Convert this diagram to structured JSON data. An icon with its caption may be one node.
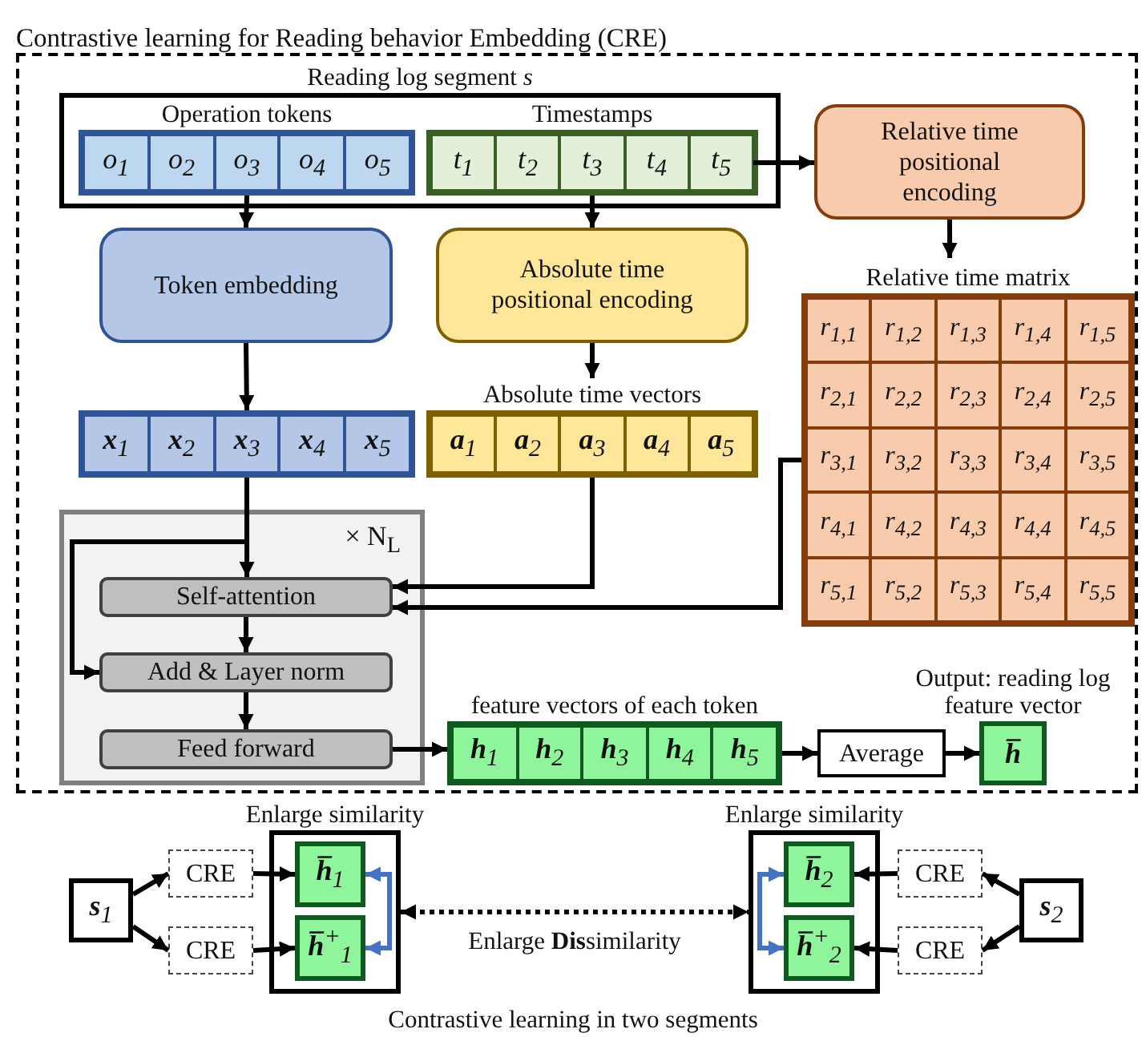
{
  "diagram": {
    "caption": "Contrastive learning in two segments",
    "nodes": [
      {
        "text": [
          "Contrastive learning for Reading behavior Embedding (CRE)"
        ]
      },
      {
        "text": [
          "Reading log segment *s*"
        ],
        "in": 0
      },
      {
        "text": [
          "Operation tokens"
        ],
        "in": 1
      },
      {
        "text": [
          "o$_{1}$"
        ],
        "in": 2
      },
      {
        "text": [
          "o$_{2}$"
        ],
        "in": 2
      },
      {
        "text": [
          "o$_{3}$"
        ],
        "in": 2
      },
      {
        "text": [
          "o$_{4}$"
        ],
        "in": 2
      },
      {
        "text": [
          "o$_{5}$"
        ],
        "in": 2
      },
      {
        "text": [
          "Timestamps"
        ],
        "in": 1
      },
      {
        "text": [
          "t$_{1}$"
        ],
        "in": 8
      },
      {
        "text": [
          "t$_{2}$"
        ],
        "in": 8
      },
      {
        "text": [
          "t$_{3}$"
        ],
        "in": 8
      },
      {
        "text": [
          "t$_{4}$"
        ],
        "in": 8
      },
      {
        "text": [
          "t$_{5}$"
        ],
        "in": 8
      },
      {
        "text": [
          "Relative time positional encoding"
        ],
        "in": 0
      },
      {
        "text": [
          "Token embedding"
        ],
        "in": 0
      },
      {
        "text": [
          "Absolute time positional encoding"
        ],
        "in": 0
      },
      {
        "text": [
          "Absolute time vectors"
        ],
        "in": 0
      },
      {
        "text": [
          "**a**$_{1}$"
        ],
        "in": 17
      },
      {
        "text": [
          "**a**$_{2}$"
        ],
        "in": 17
      },
      {
        "text": [
          "**a**$_{3}$"
        ],
        "in": 17
      },
      {
        "text": [
          "**a**$_{4}$"
        ],
        "in": 17
      },
      {
        "text": [
          "**a**$_{5}$"
        ],
        "in": 17
      },
      {
        "text": [],
        "shape": "box",
        "in": 0
      },
      {
        "text": [
          "**x**$_{1}$"
        ],
        "in": 23
      },
      {
        "text": [
          "**x**$_{2}$"
        ],
        "in": 23
      },
      {
        "text": [
          "**x**$_{3}$"
        ],
        "in": 23
      },
      {
        "text": [
          "**x**$_{4}$"
        ],
        "in": 23
      },
      {
        "text": [
          "**x**$_{5}$"
        ],
        "in": 23
      },
      {
        "text": [
          "Relative time matrix"
        ],
        "in": 0
      },
      {
        "text": [
          "r$_{1,1}$"
        ],
        "in": 29
      },
      {
        "text": [
          "r$_{1,2}$"
        ],
        "in": 29
      },
      {
        "text": [
          "r$_{1,3}$"
        ],
        "in": 29
      },
      {
        "text": [
          "r$_{1,4}$"
        ],
        "in": 29
      },
      {
        "text": [
          "r$_{1,5}$"
        ],
        "in": 29
      },
      {
        "text": [
          "r$_{2,1}$"
        ],
        "in": 29
      },
      {
        "text": [
          "r$_{2,2}$"
        ],
        "in": 29
      },
      {
        "text": [
          "r$_{2,3}$"
        ],
        "in": 29
      },
      {
        "text": [
          "r$_{2,4}$"
        ],
        "in": 29
      },
      {
        "text": [
          "r$_{2,5}$"
        ],
        "in": 29
      },
      {
        "text": [
          "r$_{3,1}$"
        ],
        "in": 29
      },
      {
        "text": [
          "r$_{3,2}$"
        ],
        "in": 29
      },
      {
        "text": [
          "r$_{3,3}$"
        ],
        "in": 29
      },
      {
        "text": [
          "r$_{3,4}$"
        ],
        "in": 29
      },
      {
        "text": [
          "r$_{3,5}$"
        ],
        "in": 29
      },
      {
        "text": [
          "r$_{4,1}$"
        ],
        "in": 29
      },
      {
        "text": [
          "r$_{4,2}$"
        ],
        "in": 29
      },
      {
        "text": [
          "r$_{4,3}$"
        ],
        "in": 29
      },
      {
        "text": [
          "r$_{4,4}$"
        ],
        "in": 29
      },
      {
        "text": [
          "r$_{4,5}$"
        ],
        "in": 29
      },
      {
        "text": [
          "r$_{5,1}$"
        ],
        "in": 29
      },
      {
        "text": [
          "r$_{5,2}$"
        ],
        "in": 29
      },
      {
        "text": [
          "r$_{5,3}$"
        ],
        "in": 29
      },
      {
        "text": [
          "r$_{5,4}$"
        ],
        "in": 29
      },
      {
        "text": [
          "r$_{5,5}$"
        ],
        "in": 29
      },
      {
        "text": [
          "× N$_{L}$"
        ],
        "in": 0
      },
      {
        "text": [
          "Self-attention"
        ],
        "in": 55
      },
      {
        "text": [
          "Add & Layer norm"
        ],
        "in": 55
      },
      {
        "text": [
          "Feed forward"
        ],
        "in": 55
      },
      {
        "text": [
          "feature vectors of each token"
        ],
        "in": 0
      },
      {
        "text": [
          "**h**$_{1}$"
        ],
        "in": 59
      },
      {
        "text": [
          "**h**$_{2}$"
        ],
        "in": 59
      },
      {
        "text": [
          "**h**$_{3}$"
        ],
        "in": 59
      },
      {
        "text": [
          "**h**$_{4}$"
        ],
        "in": 59
      },
      {
        "text": [
          "**h**$_{5}$"
        ],
        "in": 59
      },
      {
        "text": [
          "Average"
        ],
        "in": 0
      },
      {
        "text": [
          "Output: reading log feature vector",
          "**h̅**"
        ],
        "in": 0
      },
      {
        "text": [
          "**s**$_{1}$"
        ]
      },
      {
        "text": [
          "CRE"
        ]
      },
      {
        "text": [
          "CRE"
        ]
      },
      {
        "text": [
          "Enlarge similarity"
        ]
      },
      {
        "text": [
          "**h̅**$_{1}$"
        ],
        "in": 70
      },
      {
        "text": [
          "**h̅**$^{+}$$_{1}$"
        ],
        "in": 70
      },
      {
        "text": [
          "Enlarge similarity"
        ]
      },
      {
        "text": [
          "**h̅**$_{2}$"
        ],
        "in": 73
      },
      {
        "text": [
          "**h̅**$^{+}$$_{2}$"
        ],
        "in": 73
      },
      {
        "text": [
          "CRE"
        ]
      },
      {
        "text": [
          "CRE"
        ]
      },
      {
        "text": [
          "**s**$_{2}$"
        ]
      }
    ],
    "edges": [
      {
        "from": 2,
        "to": 15,
        "arrow": "to"
      },
      {
        "from": 8,
        "to": 16,
        "arrow": "to"
      },
      {
        "from": 13,
        "to": 14,
        "arrow": "to"
      },
      {
        "from": 14,
        "to": 29,
        "arrow": "to"
      },
      {
        "from": 15,
        "to": 23,
        "arrow": "to"
      },
      {
        "from": 16,
        "to": 17,
        "arrow": "to"
      },
      {
        "from": 23,
        "to": 56,
        "arrow": "to"
      },
      {
        "from": 23,
        "to": 57,
        "arrow": "to"
      },
      {
        "from": 17,
        "to": 56,
        "arrow": "to"
      },
      {
        "from": 29,
        "to": 56,
        "arrow": "to"
      },
      {
        "from": 56,
        "to": 57,
        "arrow": "to"
      },
      {
        "from": 57,
        "to": 58,
        "arrow": "to"
      },
      {
        "from": 58,
        "to": 59,
        "arrow": "to"
      },
      {
        "from": 59,
        "to": 65,
        "arrow": "to"
      },
      {
        "from": 65,
        "to": 66,
        "arrow": "to"
      },
      {
        "from": 67,
        "to": 68,
        "arrow": "to"
      },
      {
        "from": 67,
        "to": 69,
        "arrow": "to"
      },
      {
        "from": 68,
        "to": 71,
        "arrow": "to"
      },
      {
        "from": 69,
        "to": 72,
        "arrow": "to"
      },
      {
        "from": 71,
        "to": 72,
        "arrow": "both",
        "color": "#4472c4"
      },
      {
        "from": 70,
        "to": 73,
        "arrow": "both",
        "style": "dashed",
        "label": "Enlarge **Dis**similarity"
      },
      {
        "from": 74,
        "to": 75,
        "arrow": "both",
        "color": "#4472c4"
      },
      {
        "from": 76,
        "to": 74,
        "arrow": "to"
      },
      {
        "from": 77,
        "to": 75,
        "arrow": "to"
      },
      {
        "from": 78,
        "to": 76,
        "arrow": "to"
      },
      {
        "from": 78,
        "to": 77,
        "arrow": "to"
      }
    ]
  }
}
